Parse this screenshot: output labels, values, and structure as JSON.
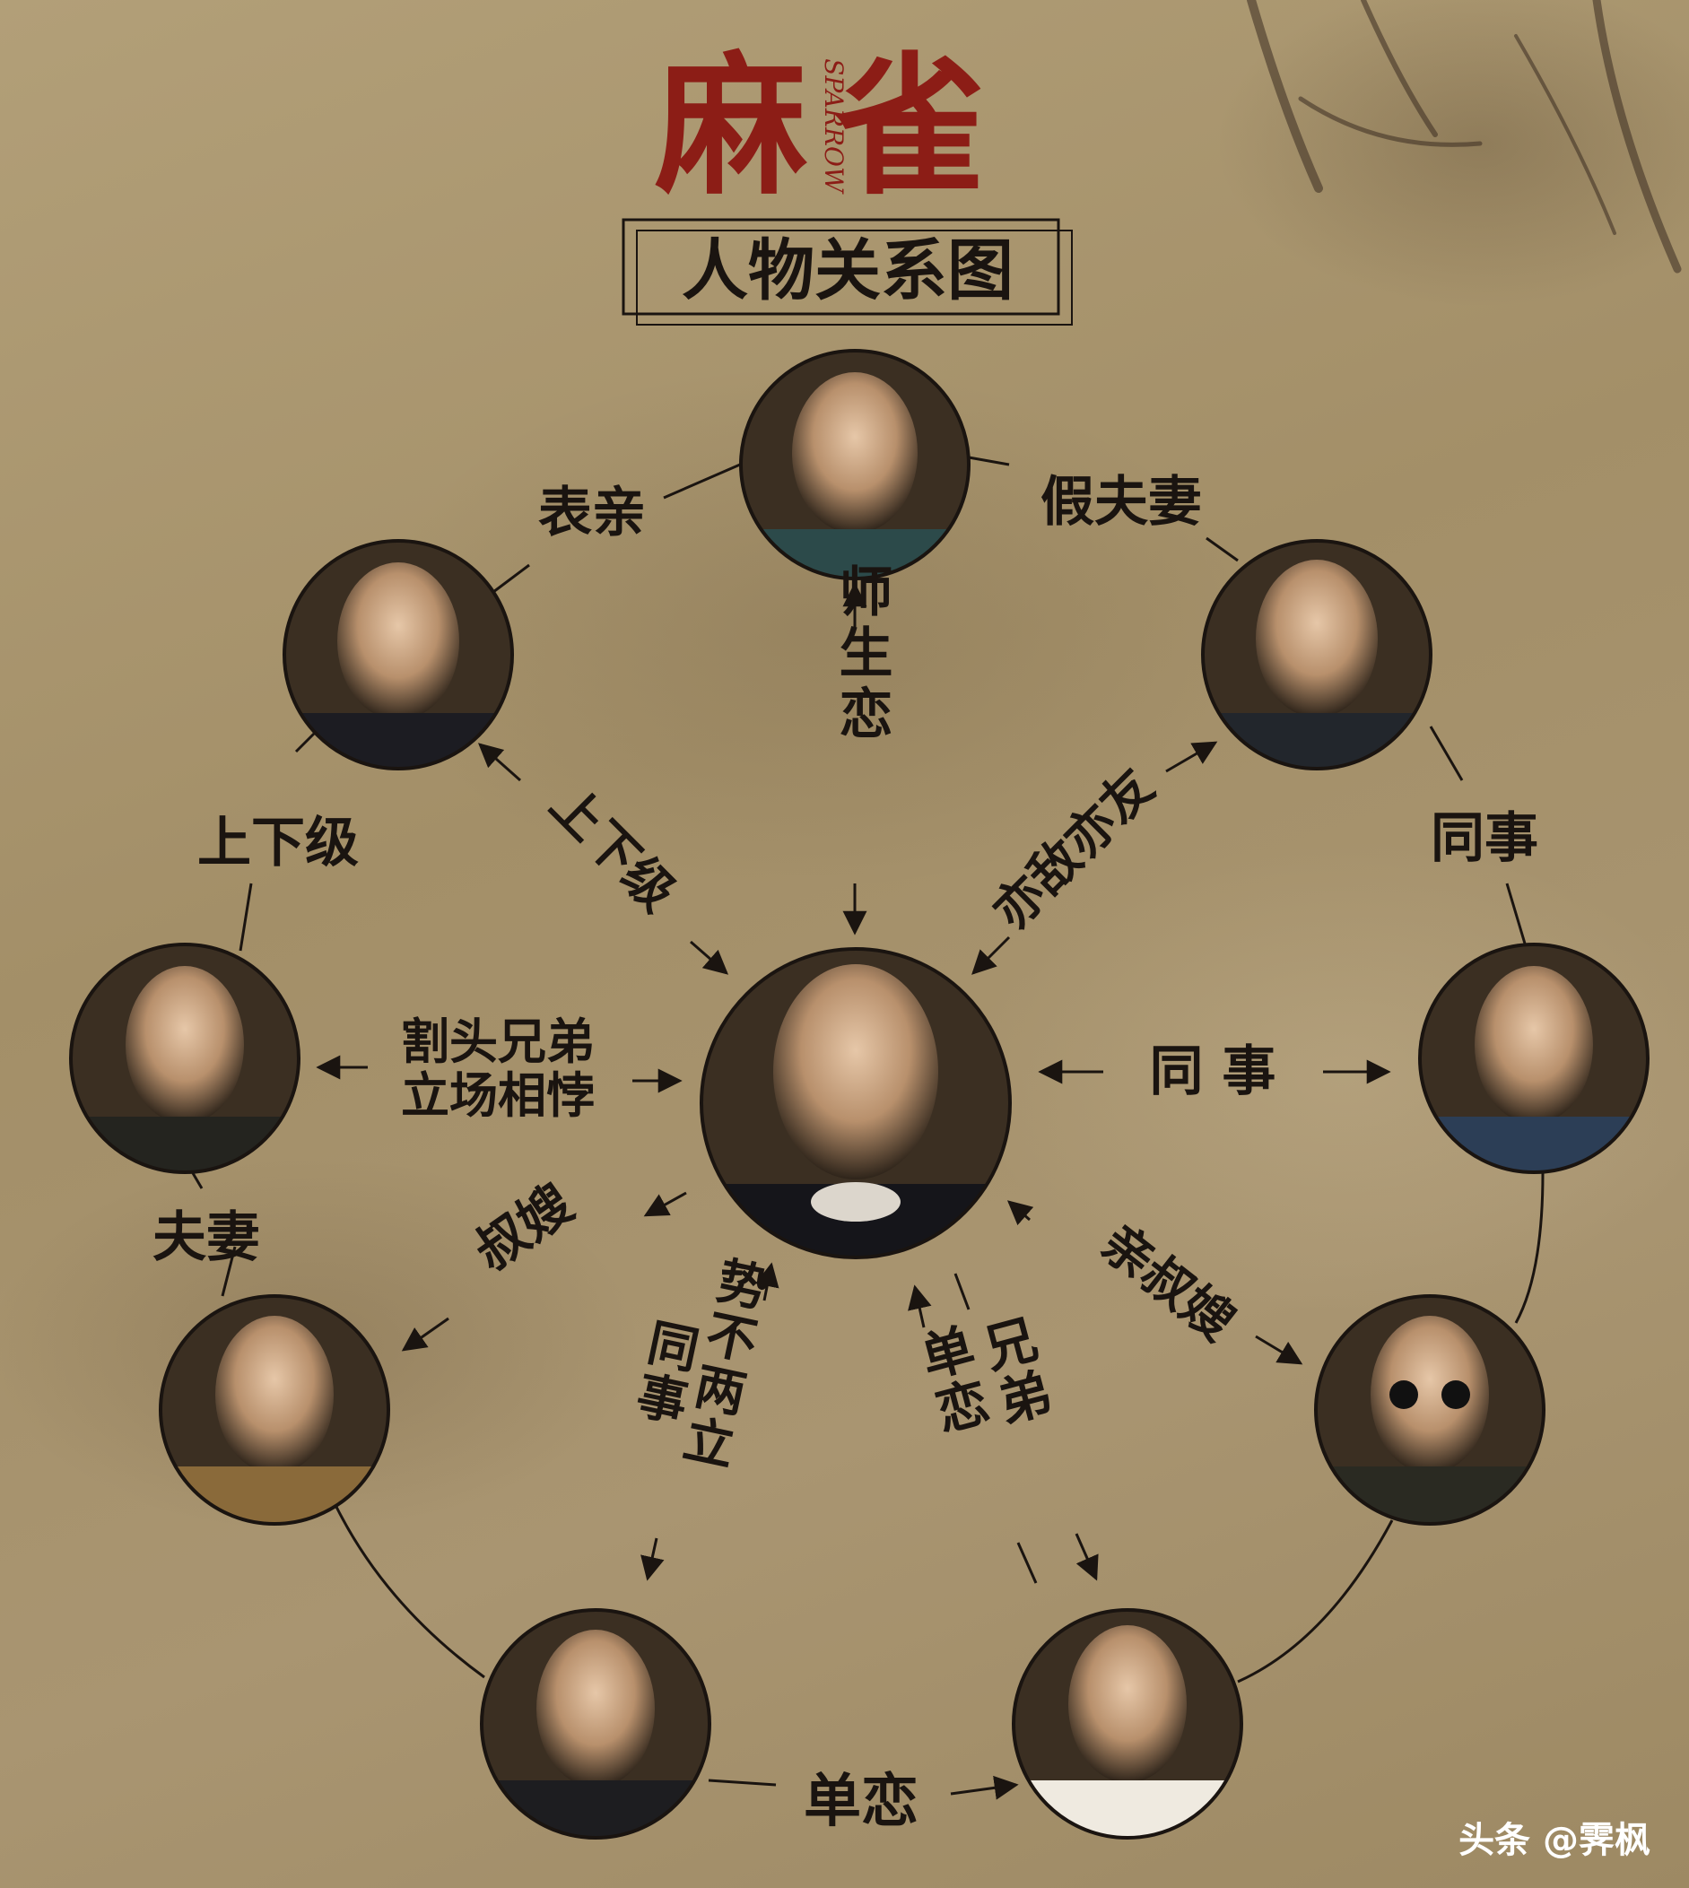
{
  "logo": {
    "main": "麻雀",
    "sub": "SPARROW"
  },
  "header": {
    "title": "人物关系图"
  },
  "relations": {
    "top_left": "表亲",
    "top_right": "假夫妻",
    "teacher": "师生恋",
    "left_upper": "上下级",
    "right_upper": "同事",
    "left_outer": "夫妻",
    "diag_left": "上下级",
    "diag_right": "亦敌亦友",
    "brothers_line1": "割头兄弟",
    "brothers_line2": "立场相悖",
    "colleague_center": "同 事",
    "sister_in_law": "叔嫂",
    "sworn_enemy": "势不两立",
    "sworn_enemy_2": "同事",
    "brother_love_1": "兄弟",
    "brother_love_2": "单恋",
    "aunt": "亲叔嫂",
    "bottom": "单恋"
  },
  "watermark": {
    "text": "头条 @霁枫"
  }
}
